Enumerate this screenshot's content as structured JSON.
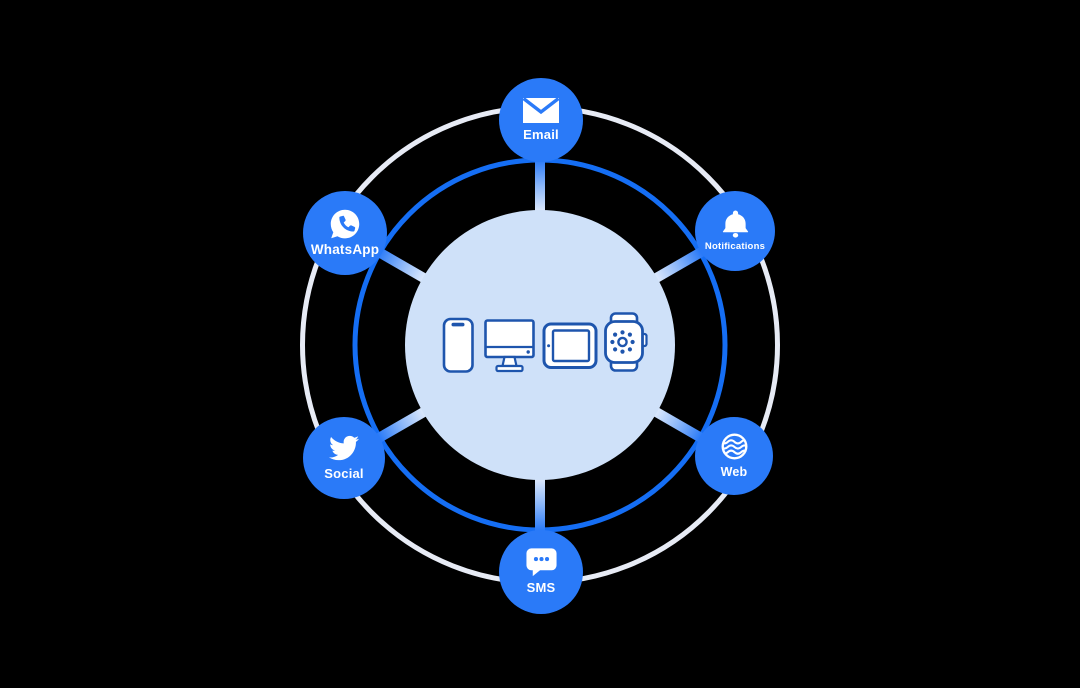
{
  "hub": {
    "devices": [
      {
        "name": "smartphone"
      },
      {
        "name": "desktop-monitor"
      },
      {
        "name": "tablet"
      },
      {
        "name": "smartwatch"
      }
    ]
  },
  "nodes": [
    {
      "id": "email",
      "label": "Email",
      "icon": "envelope-icon"
    },
    {
      "id": "notifications",
      "label": "Notifications",
      "icon": "bell-icon"
    },
    {
      "id": "web",
      "label": "Web",
      "icon": "globe-icon"
    },
    {
      "id": "sms",
      "label": "SMS",
      "icon": "chat-bubble-icon"
    },
    {
      "id": "social",
      "label": "Social",
      "icon": "twitter-bird-icon"
    },
    {
      "id": "whatsapp",
      "label": "WhatsApp",
      "icon": "whatsapp-icon"
    }
  ],
  "colors": {
    "background": "#000000",
    "node_blue": "#2a7af8",
    "ring_blue": "#156ef4",
    "outer_ring_white": "#e7ebf5",
    "hub_fill": "#cfe1f9",
    "device_stroke": "#1e55ad",
    "label_text": "#ffffff"
  }
}
